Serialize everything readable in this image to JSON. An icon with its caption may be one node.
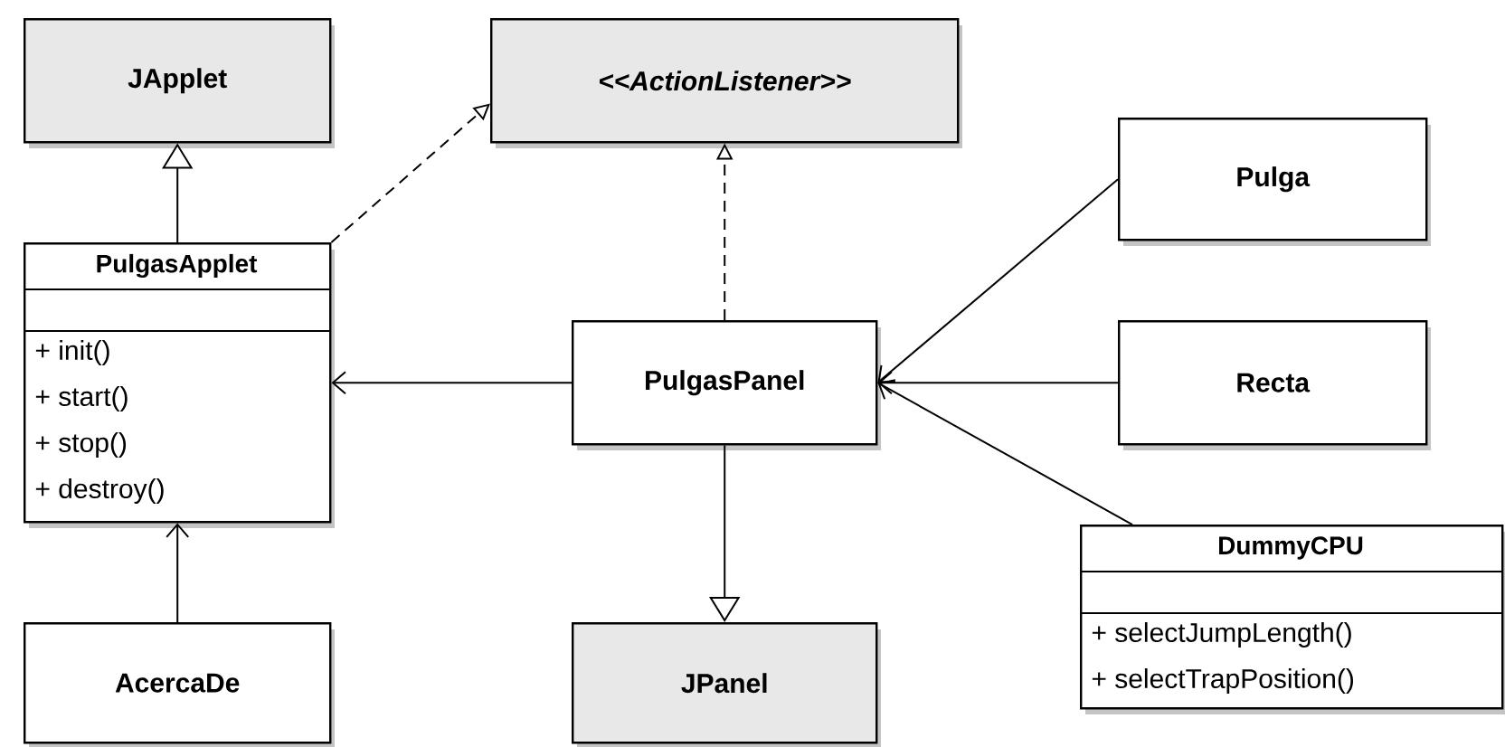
{
  "diagram": {
    "nodes": [
      {
        "text": [
          "JApplet"
        ]
      },
      {
        "text": [
          "<<ActionListener>>"
        ]
      },
      {
        "text": [
          "Pulga"
        ]
      },
      {
        "text": [
          "PulgasApplet",
          "+ init()",
          "+ start()",
          "+ stop()",
          "+ destroy()"
        ]
      },
      {
        "text": [
          "PulgasPanel"
        ]
      },
      {
        "text": [
          "Recta"
        ]
      },
      {
        "text": [
          "DummyCPU",
          "+ selectJumpLength()",
          "+ selectTrapPosition()"
        ]
      },
      {
        "text": [
          "AcercaDe"
        ]
      },
      {
        "text": [
          "JPanel"
        ]
      }
    ],
    "edges": [
      {
        "from": 3,
        "to": 0,
        "arrow": "to"
      },
      {
        "from": 3,
        "to": 1,
        "arrow": "to",
        "style": "dashed"
      },
      {
        "from": 4,
        "to": 1,
        "arrow": "to",
        "style": "dashed"
      },
      {
        "from": 4,
        "to": 3,
        "arrow": "to"
      },
      {
        "from": 7,
        "to": 3,
        "arrow": "to"
      },
      {
        "from": 2,
        "to": 4,
        "arrow": "to"
      },
      {
        "from": 5,
        "to": 4,
        "arrow": "to"
      },
      {
        "from": 6,
        "to": 4,
        "arrow": "to"
      },
      {
        "from": 4,
        "to": 8,
        "arrow": "to"
      }
    ]
  }
}
